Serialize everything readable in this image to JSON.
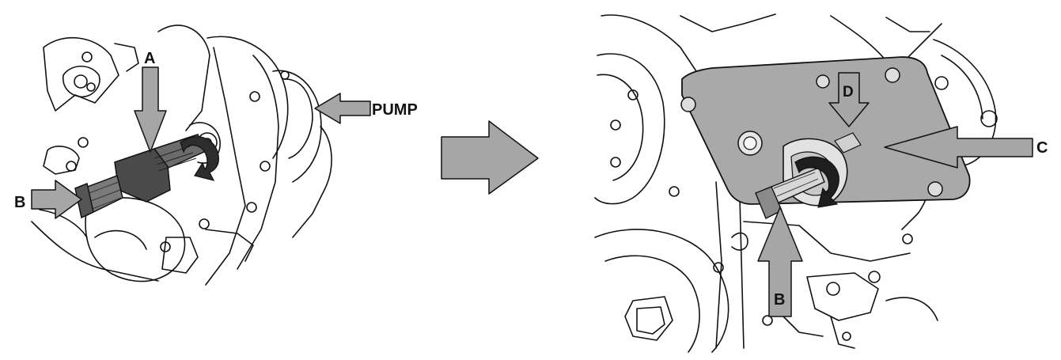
{
  "colors": {
    "arrow_fill": "#a6a6a6",
    "arrow_stroke": "#111111",
    "plate_fill": "#a9a9a9",
    "tool_fill": "#4a4a4a",
    "line": "#111111",
    "background": "#ffffff"
  },
  "left_figure": {
    "callouts": {
      "a": "A",
      "b": "B",
      "pump": "PUMP"
    }
  },
  "transition_arrow": {
    "icon": "right-arrow-icon"
  },
  "right_figure": {
    "callouts": {
      "b": "B",
      "c": "C",
      "d": "D"
    }
  }
}
